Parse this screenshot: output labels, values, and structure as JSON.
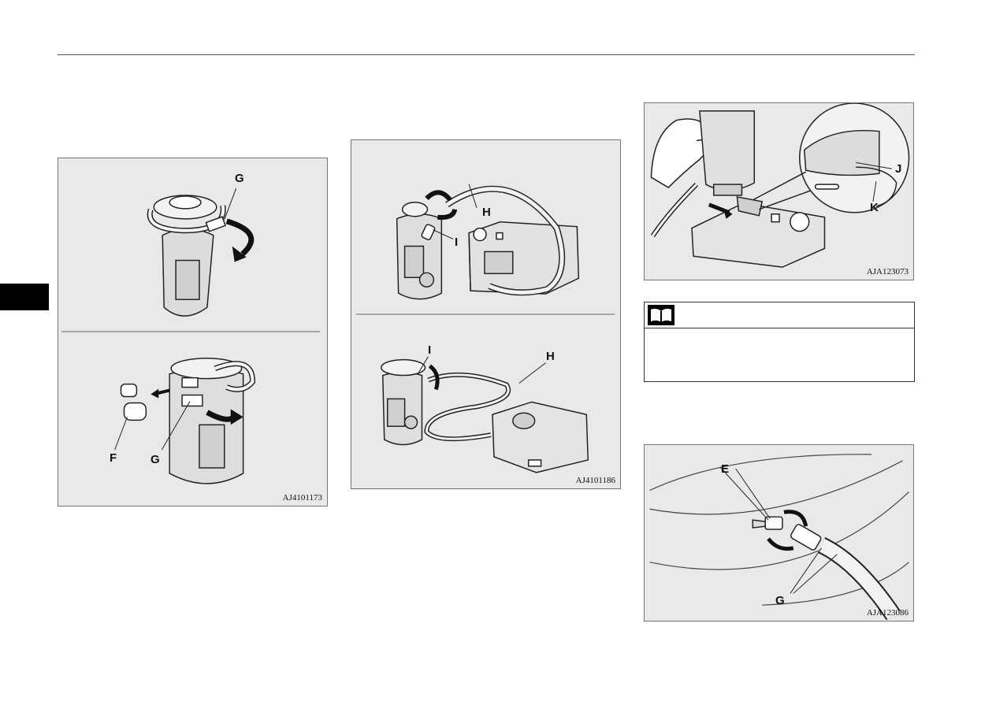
{
  "page": {
    "side_tab_color": "#000000",
    "figure_background": "#e9e9e9"
  },
  "figures": {
    "fig1": {
      "code": "AJ4101173",
      "labels": {
        "g_top": "G",
        "f": "F",
        "g_bottom": "G"
      },
      "icons": [
        "sealant-bottle-icon",
        "rotate-arrow-icon",
        "cap-icon"
      ]
    },
    "fig2": {
      "code": "AJ4101186",
      "labels": {
        "h_top": "H",
        "i_top": "I",
        "i_bottom": "I",
        "h_bottom": "H"
      },
      "icons": [
        "sealant-bottle-icon",
        "air-compressor-icon",
        "hose-icon"
      ]
    },
    "fig3": {
      "code": "AJA123073",
      "labels": {
        "j": "J",
        "k": "K"
      },
      "icons": [
        "hand-icon",
        "air-compressor-icon",
        "magnifier-callout-icon"
      ]
    },
    "fig4": {
      "code": "AJA123086",
      "labels": {
        "e": "E",
        "g": "G"
      },
      "icons": [
        "tire-valve-icon",
        "hose-icon"
      ]
    }
  },
  "note": {
    "icon": "open-book-icon"
  }
}
